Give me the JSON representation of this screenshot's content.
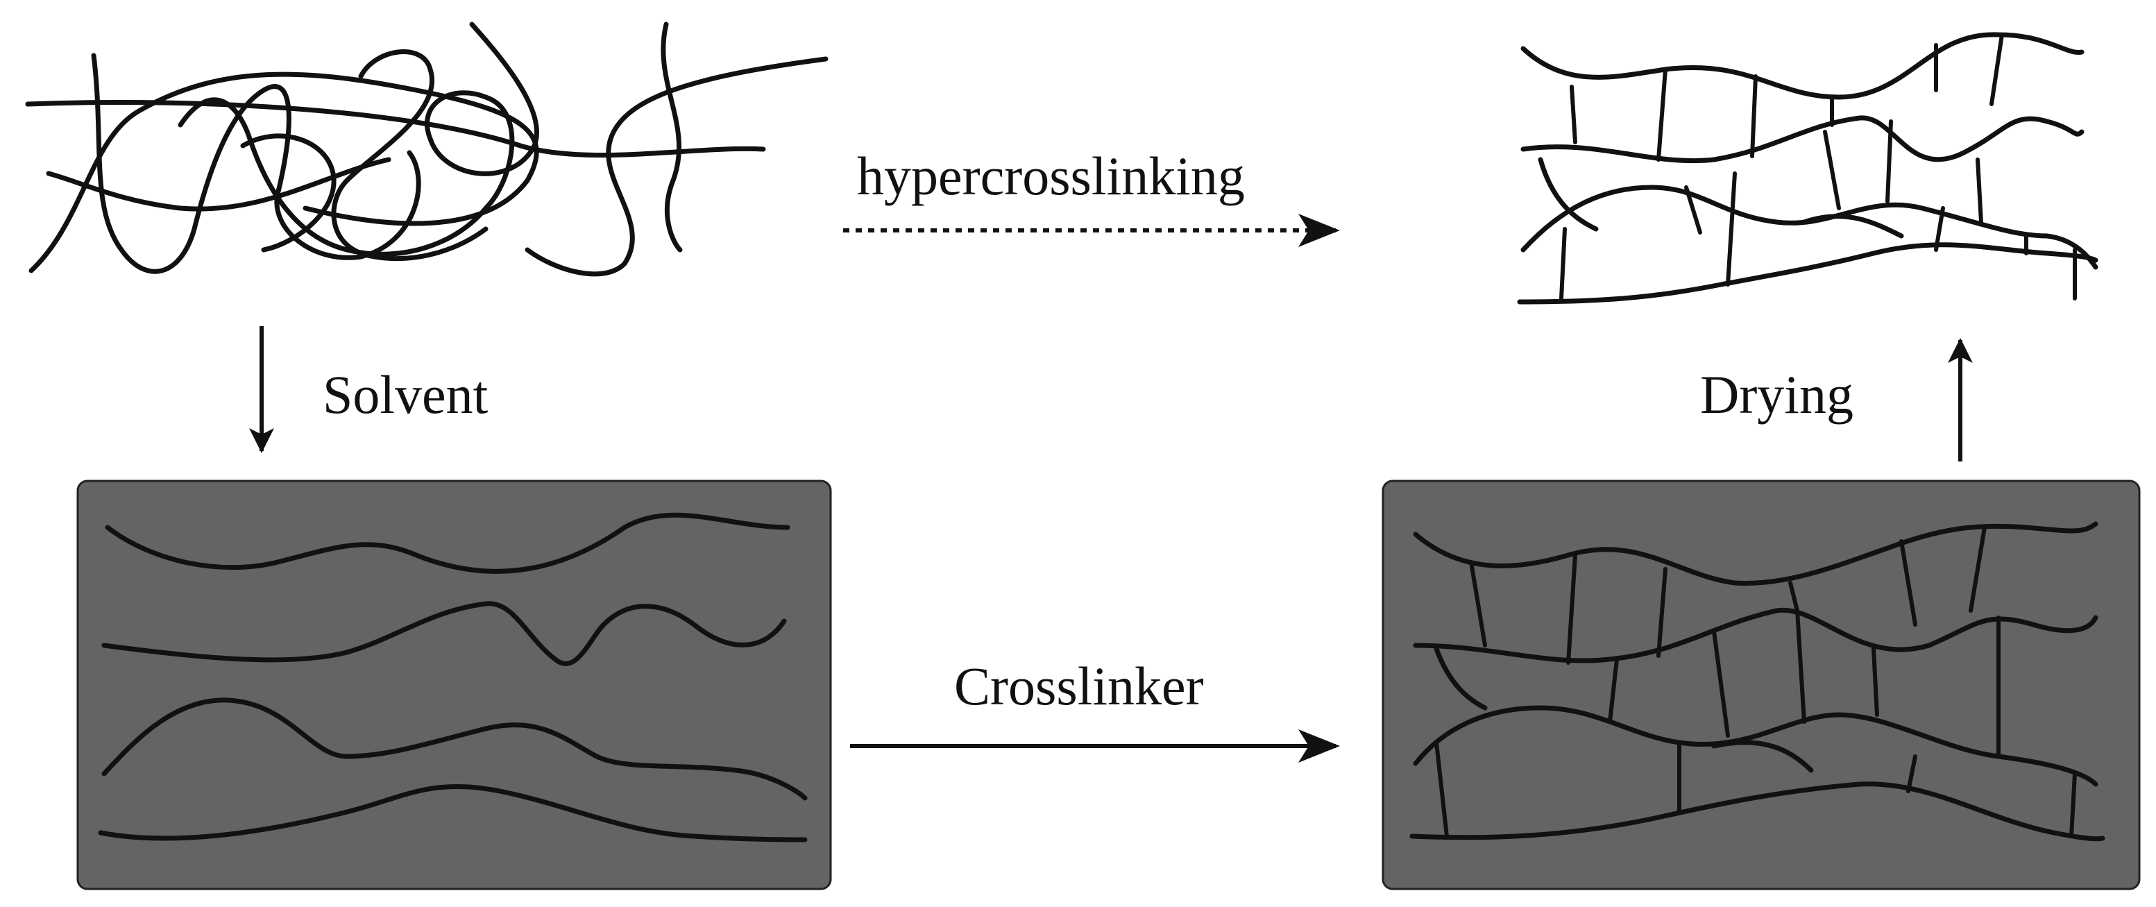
{
  "labels": {
    "hypercrosslinking": "hypercrosslinking",
    "solvent": "Solvent",
    "crosslinker": "Crosslinker",
    "drying": "Drying"
  },
  "colors": {
    "ink": "#111111",
    "solvent_fill": "#646464",
    "background": "#ffffff"
  }
}
